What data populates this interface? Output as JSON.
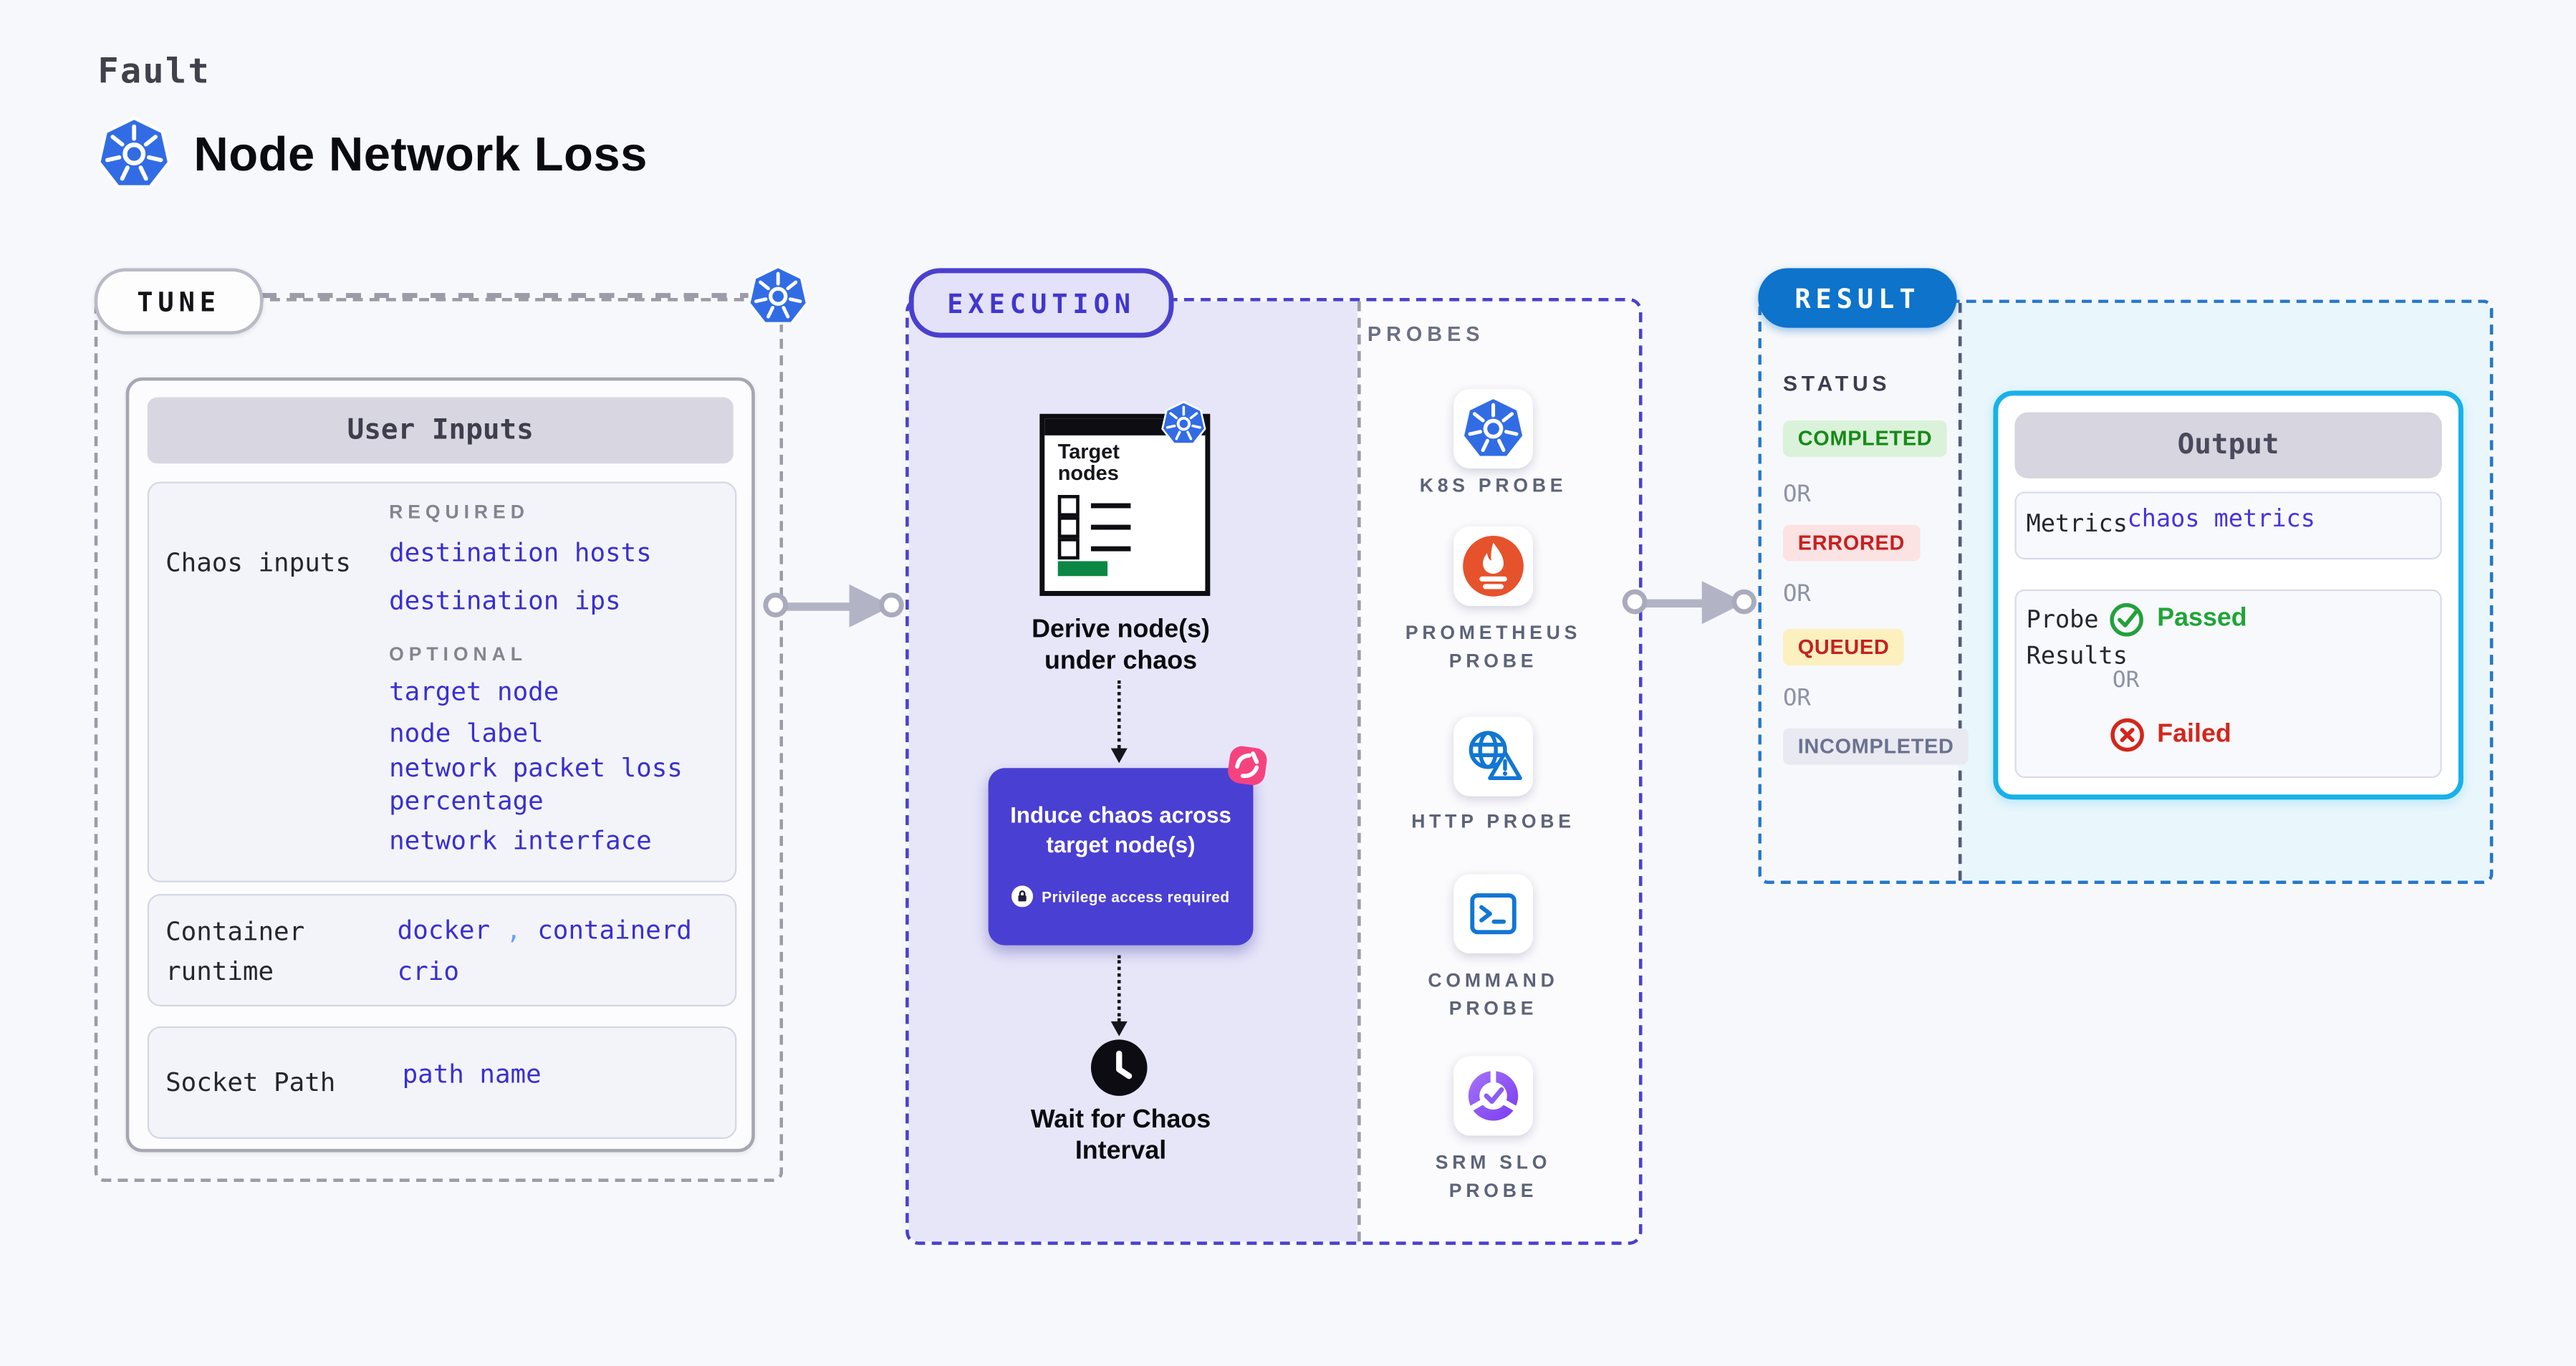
{
  "header": {
    "kicker": "Fault",
    "title": "Node Network Loss"
  },
  "tune": {
    "badge": "TUNE",
    "panel_title": "User Inputs",
    "chaos_inputs": {
      "label": "Chaos inputs",
      "required_heading": "REQUIRED",
      "required": [
        "destination hosts",
        "destination ips"
      ],
      "optional_heading": "OPTIONAL",
      "optional": [
        "target node",
        "node label",
        "network packet loss percentage",
        "network interface"
      ]
    },
    "container_runtime": {
      "label": "Container runtime",
      "value1": "docker",
      "separator": ",",
      "value2": "containerd",
      "value3": "crio"
    },
    "socket_path": {
      "label": "Socket Path",
      "value": "path name"
    }
  },
  "execution": {
    "badge": "EXECUTION",
    "target_box_title_line1": "Target",
    "target_box_title_line2": "nodes",
    "derive_line1": "Derive node(s)",
    "derive_line2": "under chaos",
    "induce_line1": "Induce chaos across",
    "induce_line2": "target node(s)",
    "privilege_note": "Privilege access required",
    "wait_line1": "Wait for Chaos",
    "wait_line2": "Interval"
  },
  "probes": {
    "heading": "PROBES",
    "items": [
      {
        "icon": "kubernetes-icon",
        "line1": "K8S PROBE",
        "line2": ""
      },
      {
        "icon": "prometheus-icon",
        "line1": "PROMETHEUS",
        "line2": "PROBE"
      },
      {
        "icon": "http-icon",
        "line1": "HTTP PROBE",
        "line2": ""
      },
      {
        "icon": "command-icon",
        "line1": "COMMAND",
        "line2": "PROBE"
      },
      {
        "icon": "srm-slo-icon",
        "line1": "SRM SLO",
        "line2": "PROBE"
      }
    ]
  },
  "result": {
    "badge": "RESULT",
    "status_heading": "STATUS",
    "or": "OR",
    "statuses": [
      {
        "label": "COMPLETED",
        "fg": "#178a17",
        "bg": "#daf2da"
      },
      {
        "label": "ERRORED",
        "fg": "#c62020",
        "bg": "#fbe3e3"
      },
      {
        "label": "QUEUED",
        "fg": "#c62020",
        "bg": "#fcf0bf"
      },
      {
        "label": "INCOMPLETED",
        "fg": "#6b7190",
        "bg": "#e9e9f1"
      }
    ],
    "output": {
      "title": "Output",
      "metrics_label": "Metrics",
      "metrics_value": "chaos metrics",
      "probe_results_line1": "Probe",
      "probe_results_line2": "Results",
      "passed": "Passed",
      "or": "OR",
      "failed": "Failed"
    }
  },
  "colors": {
    "kubernetes_blue": "#326ce5",
    "link_blue": "#3a2fd1",
    "execution_indigo": "#4a40cf",
    "induce_fill": "#4a3fd3",
    "result_blue": "#0d73cb",
    "output_cyan": "#17b1e8",
    "passed_green": "#1fa437",
    "failed_red": "#d3261b",
    "prometheus_orange": "#e6522c",
    "http_blue": "#1276d3",
    "srm_purple": "#8b5cf6",
    "litmus_pink": "#f5437f",
    "arrow_gray": "#b2b4c6"
  }
}
